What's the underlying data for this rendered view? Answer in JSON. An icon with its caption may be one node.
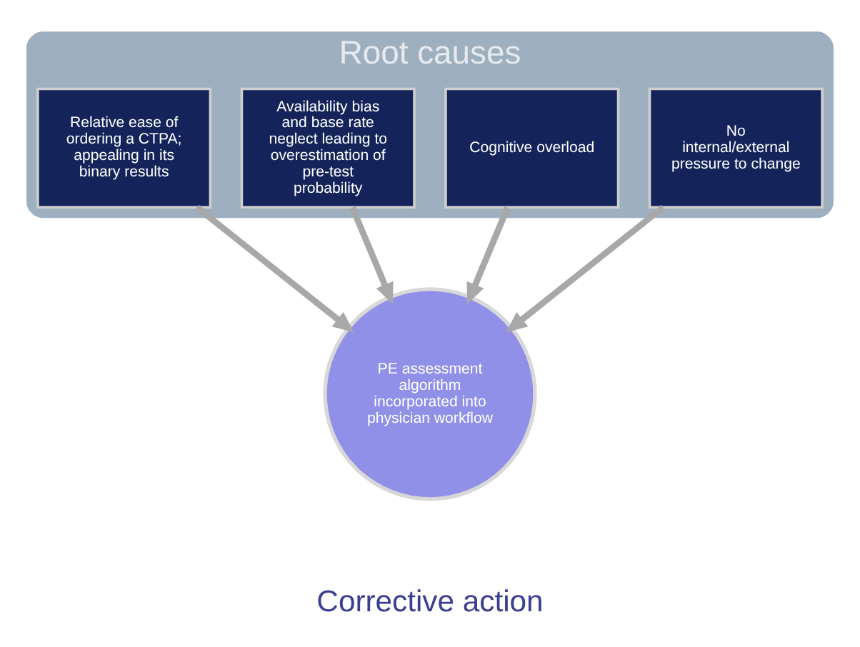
{
  "diagram": {
    "nodes": [
      {
        "text": [
          "Root causes"
        ]
      },
      {
        "text": [
          "Relative ease of ordering a CTPA; appealing in its binary results"
        ],
        "in": 0
      },
      {
        "text": [
          "Availability bias and base rate neglect leading to overestimation of pre-test probability"
        ],
        "in": 0
      },
      {
        "text": [
          "Cognitive overload"
        ],
        "in": 0
      },
      {
        "text": [
          "No internal/external pressure to change"
        ],
        "in": 0
      },
      {
        "text": [
          "PE assessment algorithm incorporated into physician workflow"
        ],
        "beside": [
          "Corrective action"
        ]
      }
    ],
    "edges": [
      {
        "from": 1,
        "to": 5,
        "arrow": "to"
      },
      {
        "from": 2,
        "to": 5,
        "arrow": "to"
      },
      {
        "from": 3,
        "to": 5,
        "arrow": "to"
      },
      {
        "from": 4,
        "to": 5,
        "arrow": "to"
      }
    ]
  }
}
